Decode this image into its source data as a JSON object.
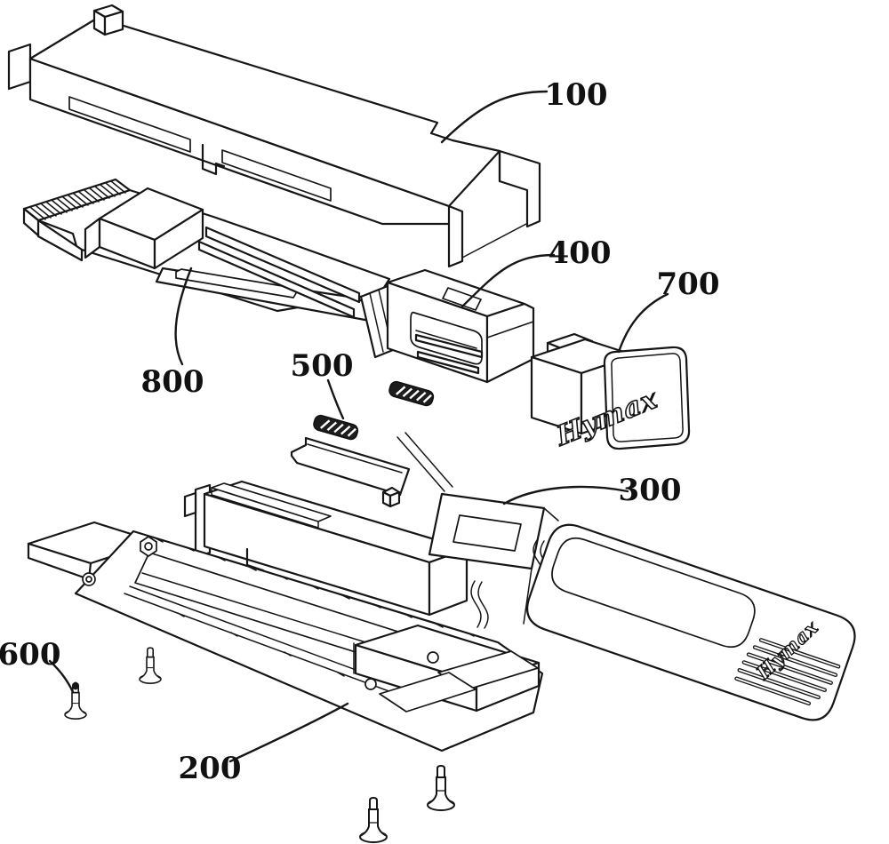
{
  "figure": {
    "labels": [
      {
        "ref": "100"
      },
      {
        "ref": "200"
      },
      {
        "ref": "300"
      },
      {
        "ref": "400"
      },
      {
        "ref": "500"
      },
      {
        "ref": "600"
      },
      {
        "ref": "700"
      },
      {
        "ref": "800"
      }
    ],
    "brand": {
      "plug_text": "Hymax",
      "handle_text": "Hymax"
    }
  }
}
